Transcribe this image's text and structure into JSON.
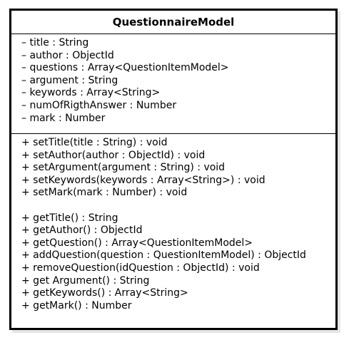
{
  "class_name": "QuestionnaireModel",
  "attributes": [
    "– title : String",
    "– author : ObjectId",
    "– questions : Array<QuestionItemModel>",
    "– argument : String",
    "– keywords : Array<String>",
    "– numOfRigthAnswer : Number",
    "– mark : Number"
  ],
  "setters": [
    "+ setTitle(title : String) : void",
    "+ setAuthor(author : ObjectId) : void",
    "+ setArgument(argument : String) : void",
    "+ setKeywords(keywords : Array<String>) : void",
    "+ setMark(mark : Number) : void"
  ],
  "getters": [
    "+ getTitle() : String",
    "+ getAuthor() : ObjectId",
    "+ getQuestion() : Array<QuestionItemModel>",
    "+ addQuestion(question : QuestionItemModel) : ObjectId",
    "+ removeQuestion(idQuestion : ObjectId) : void",
    "+ get Argument() : String",
    "+ getKeywords() : Array<String>",
    "+ getMark() : Number"
  ]
}
